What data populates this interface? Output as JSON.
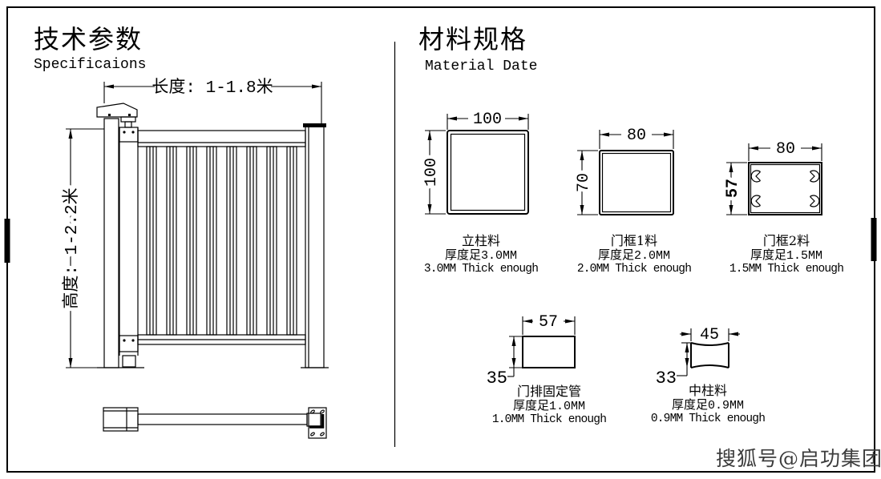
{
  "document": {
    "watermark": "搜狐号@启功集团"
  },
  "tech_section": {
    "title": "技术参数",
    "subtitle": "Specificaions",
    "length_dim": "长度: 1-1.8米",
    "height_dim": "高度: 1-2.2米"
  },
  "material_section": {
    "title": "材料规格",
    "subtitle": "Material Date",
    "profiles": [
      {
        "name": "立柱料",
        "thickness_cn": "厚度足3.0MM",
        "thickness_en": "3.0MM Thick enough",
        "width": "100",
        "height": "100"
      },
      {
        "name": "门框1料",
        "thickness_cn": "厚度足2.0MM",
        "thickness_en": "2.0MM Thick enough",
        "width": "80",
        "height": "70"
      },
      {
        "name": "门框2料",
        "thickness_cn": "厚度足1.5MM",
        "thickness_en": "1.5MM Thick enough",
        "width": "80",
        "height": "57"
      },
      {
        "name": "门排固定管",
        "thickness_cn": "厚度足1.0MM",
        "thickness_en": "1.0MM Thick enough",
        "width": "57",
        "height": "35"
      },
      {
        "name": "中柱料",
        "thickness_cn": "厚度足0.9MM",
        "thickness_en": "0.9MM Thick enough",
        "width": "45",
        "height": "33"
      }
    ]
  },
  "colors": {
    "line": "#000000",
    "background": "#ffffff",
    "watermark": "#3c3c3c"
  }
}
